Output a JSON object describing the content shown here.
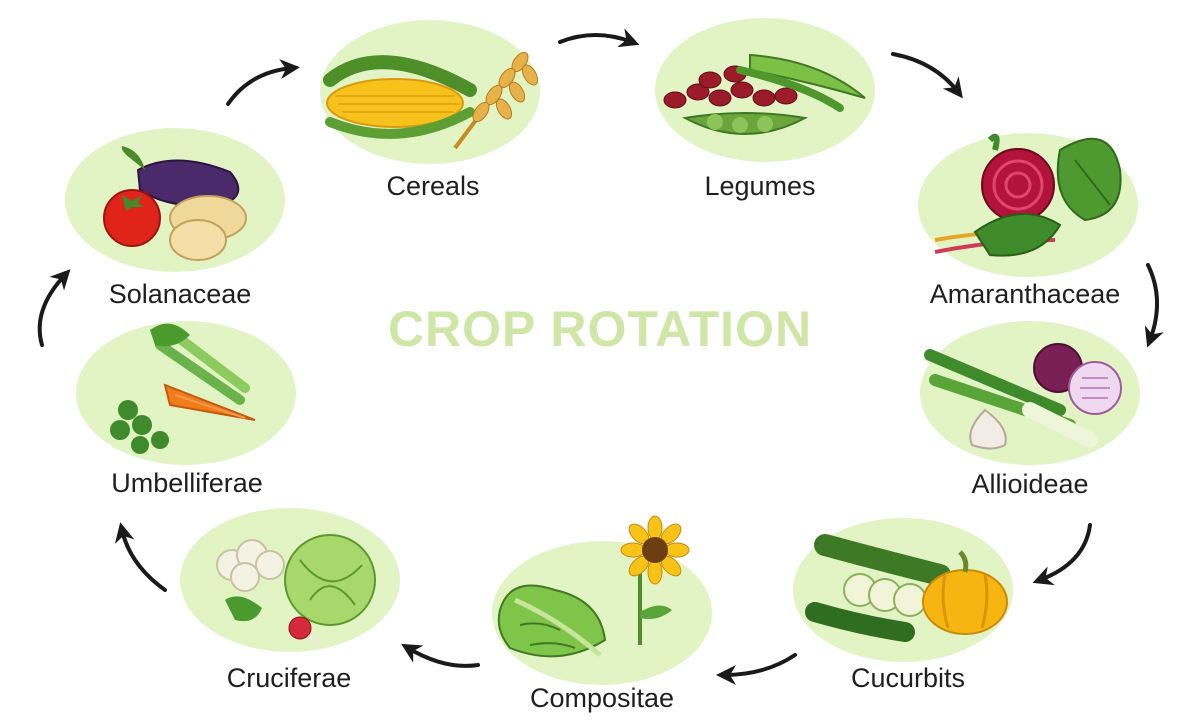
{
  "title": "CROP ROTATION",
  "colors": {
    "title": "#cfe6a6",
    "circle_fill": "#e3f4c4",
    "arrow": "#1a1a1a",
    "label": "#1f1f1f"
  },
  "stages": [
    {
      "id": "cereals",
      "label": "Cereals",
      "icon": "corn-and-wheat"
    },
    {
      "id": "legumes",
      "label": "Legumes",
      "icon": "beans-and-peas"
    },
    {
      "id": "amaranthaceae",
      "label": "Amaranthaceae",
      "icon": "beetroot-and-spinach"
    },
    {
      "id": "allioideae",
      "label": "Allioideae",
      "icon": "leek-onion-garlic"
    },
    {
      "id": "cucurbits",
      "label": "Cucurbits",
      "icon": "zucchini-squash-cucumber"
    },
    {
      "id": "compositae",
      "label": "Compositae",
      "icon": "lettuce-and-sunflower"
    },
    {
      "id": "cruciferae",
      "label": "Cruciferae",
      "icon": "cauliflower-cabbage-radish"
    },
    {
      "id": "umbelliferae",
      "label": "Umbelliferae",
      "icon": "carrot-celery-parsley"
    },
    {
      "id": "solanaceae",
      "label": "Solanaceae",
      "icon": "eggplant-tomato-potato"
    }
  ]
}
